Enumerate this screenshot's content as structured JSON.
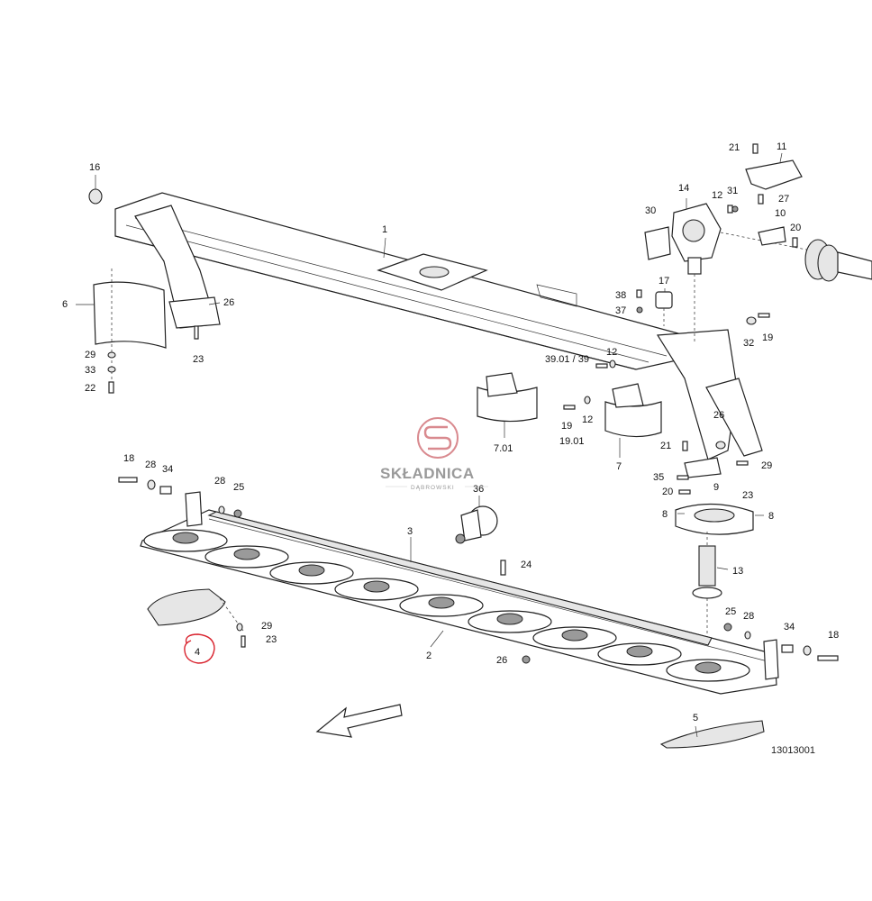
{
  "callouts": {
    "c1": "1",
    "c2": "2",
    "c3": "3",
    "c4": "4",
    "c5": "5",
    "c6": "6",
    "c7": "7",
    "c7_01": "7.01",
    "c8a": "8",
    "c8b": "8",
    "c9": "9",
    "c10": "10",
    "c11": "11",
    "c12a": "12",
    "c12b": "12",
    "c12c": "12",
    "c13": "13",
    "c14": "14",
    "c16": "16",
    "c17": "17",
    "c18a": "18",
    "c18b": "18",
    "c19a": "19",
    "c19b": "19",
    "c19_01": "19.01",
    "c20a": "20",
    "c20b": "20",
    "c21a": "21",
    "c21b": "21",
    "c22": "22",
    "c23a": "23",
    "c23b": "23",
    "c23c": "23",
    "c24": "24",
    "c25a": "25",
    "c25b": "25",
    "c26a": "26",
    "c26b": "26",
    "c26c": "26",
    "c27": "27",
    "c28a": "28",
    "c28b": "28",
    "c28c": "28",
    "c29a": "29",
    "c29b": "29",
    "c29c": "29",
    "c30": "30",
    "c31": "31",
    "c32": "32",
    "c33": "33",
    "c34a": "34",
    "c34b": "34",
    "c35": "35",
    "c36": "36",
    "c37": "37",
    "c38": "38",
    "c39_01": "39.01 / 39"
  },
  "reference_number": "13013001",
  "watermark": {
    "name": "SKŁADNICA",
    "subtitle": "DĄBROWSKI"
  },
  "colors": {
    "highlight": "#d9232e",
    "watermark_logo": "#d98a8f",
    "line": "#222222"
  },
  "icons": {
    "direction": "travel-direction-arrow-icon"
  }
}
